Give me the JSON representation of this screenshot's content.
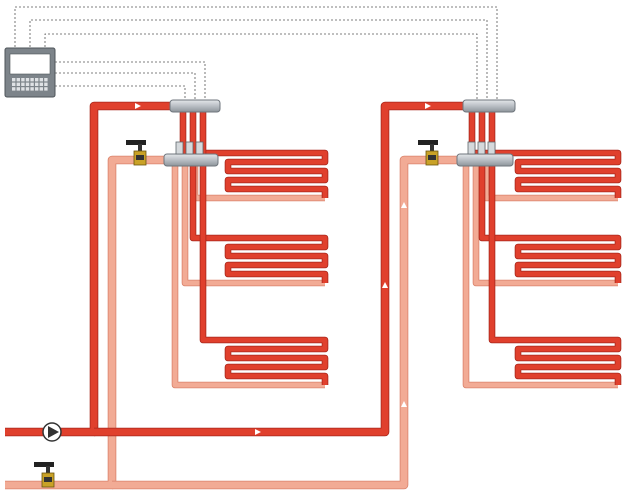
{
  "diagram": {
    "type": "underfloor-heating-schematic",
    "colors": {
      "supply": "#e0402d",
      "supply_edge": "#a8261a",
      "return": "#f2ab95",
      "return_edge": "#d9826a",
      "manifold": "#b9bec4",
      "manifold_edge": "#6f767d",
      "control_wire": "#555555",
      "controller_frame": "#7d848a",
      "controller_screen": "#ffffff"
    },
    "icons": {
      "controller": "controller-unit-icon",
      "pump": "circulation-pump-icon",
      "valve": "mixing-valve-icon",
      "flow_arrow": "flow-direction-arrow-icon"
    },
    "zones": [
      {
        "loops": 3,
        "turns_per_loop": 5
      },
      {
        "loops": 3,
        "turns_per_loop": 5
      }
    ]
  }
}
